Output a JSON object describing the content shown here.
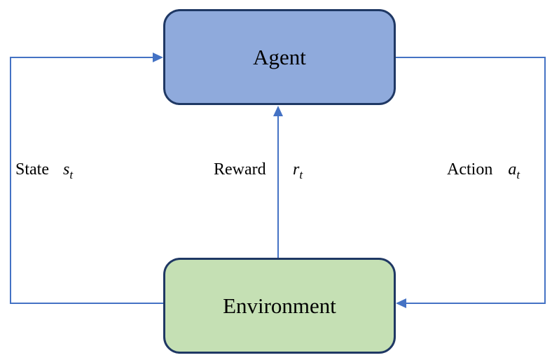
{
  "nodes": {
    "agent": {
      "label": "Agent"
    },
    "environment": {
      "label": "Environment"
    }
  },
  "edges": {
    "state": {
      "label": "State",
      "variable": "s",
      "subscript": "t"
    },
    "reward": {
      "label": "Reward",
      "variable": "r",
      "subscript": "t"
    },
    "action": {
      "label": "Action",
      "variable": "a",
      "subscript": "t"
    }
  },
  "colors": {
    "agent_fill": "#8faadc",
    "environment_fill": "#c5e0b4",
    "box_border": "#1f3864",
    "arrow": "#4472c4",
    "text": "#000000"
  }
}
